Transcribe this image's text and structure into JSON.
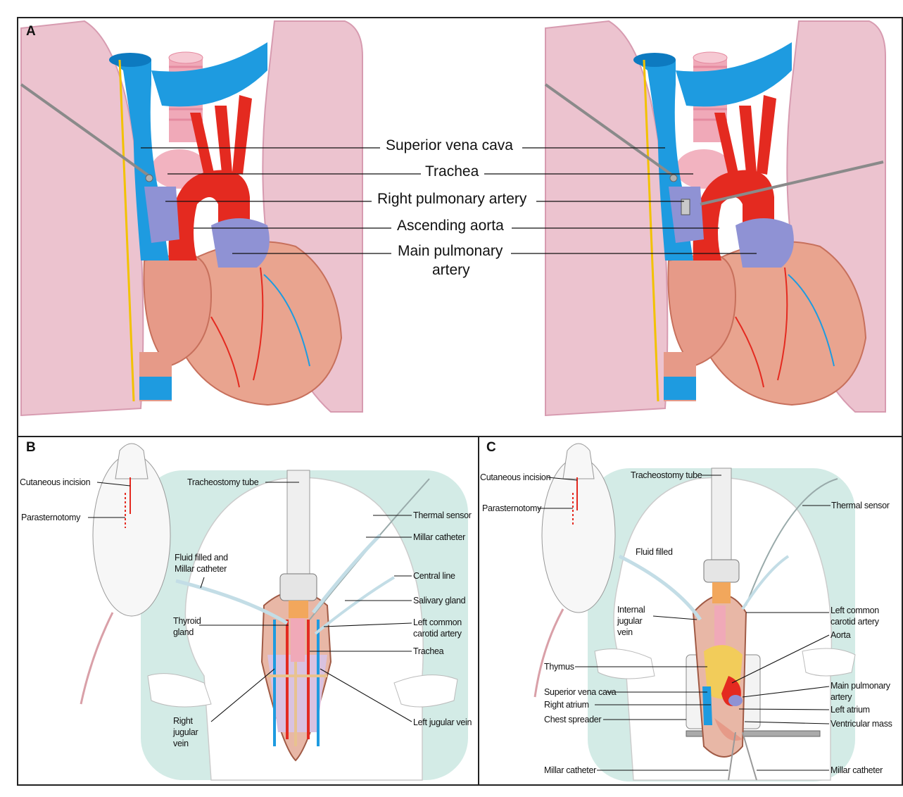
{
  "panels": {
    "a": {
      "letter": "A",
      "labels": {
        "svc": "Superior vena cava",
        "trachea": "Trachea",
        "rpa": "Right pulmonary artery",
        "aorta": "Ascending aorta",
        "mpa_line1": "Main pulmonary",
        "mpa_line2": "artery"
      }
    },
    "b": {
      "letter": "B",
      "labels": {
        "cutaneous": "Cutaneous incision",
        "parasternotomy": "Parasternotomy",
        "tracheostomy": "Tracheostomy tube",
        "thermal": "Thermal sensor",
        "millar": "Millar catheter",
        "fluid_line1": "Fluid filled and",
        "fluid_line2": "Millar catheter",
        "central": "Central line",
        "salivary": "Salivary gland",
        "thyroid_line1": "Thyroid",
        "thyroid_line2": "gland",
        "carotid_line1": "Left common",
        "carotid_line2": "carotid artery",
        "trachea": "Trachea",
        "rjv_line1": "Right",
        "rjv_line2": "jugular",
        "rjv_line3": "vein",
        "ljv": "Left jugular vein"
      }
    },
    "c": {
      "letter": "C",
      "labels": {
        "cutaneous": "Cutaneous incision",
        "parasternotomy": "Parasternotomy",
        "tracheostomy": "Tracheostomy tube",
        "thermal": "Thermal sensor",
        "fluid": "Fluid filled",
        "ijv_line1": "Internal",
        "ijv_line2": "jugular",
        "ijv_line3": "vein",
        "carotid_line1": "Left common",
        "carotid_line2": "carotid artery",
        "aorta": "Aorta",
        "thymus": "Thymus",
        "svc": "Superior vena cava",
        "mpa_line1": "Main pulmonary",
        "mpa_line2": "artery",
        "ra": "Right atrium",
        "la": "Left atrium",
        "spreader": "Chest spreader",
        "ventricular": "Ventricular mass",
        "millar_left": "Millar catheter",
        "millar_right": "Millar catheter"
      }
    }
  },
  "colors": {
    "lung": "#ecc3cf",
    "lung_edge": "#d79bb0",
    "vein_blue": "#1e9be0",
    "artery_red": "#e42a20",
    "pulm_purple": "#8f92d4",
    "heart_peach": "#e9a48f",
    "trachea_pink": "#f0a9b8",
    "nerve_yellow": "#f2c200",
    "field_mint": "#d3ebe6",
    "rat_white": "#f7f7f7"
  }
}
